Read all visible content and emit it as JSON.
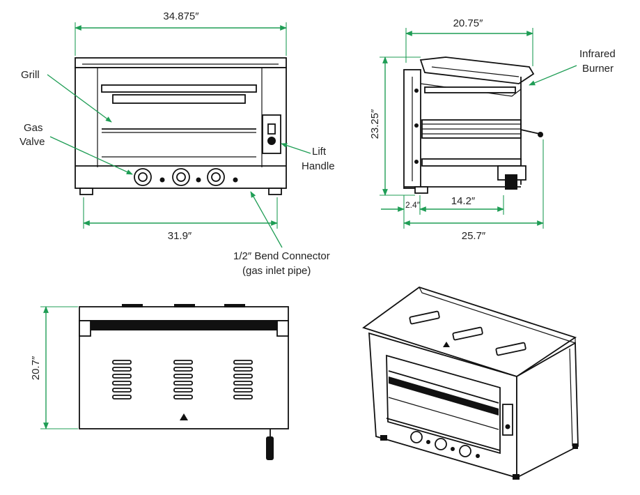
{
  "colors": {
    "dimension": "#1f9d55",
    "line": "#111111",
    "background": "#ffffff"
  },
  "front_view": {
    "width_top": "34.875″",
    "width_bottom": "31.9″",
    "callouts": {
      "grill": "Grill",
      "gas_valve_line1": "Gas",
      "gas_valve_line2": "Valve",
      "lift_handle_line1": "Lift",
      "lift_handle_line2": "Handle",
      "bend_connector_line1": "1/2″ Bend Connector",
      "bend_connector_line2": "(gas inlet pipe)"
    }
  },
  "side_view": {
    "width_top": "20.75″",
    "height": "23.25″",
    "offset": "2.4″",
    "depth_inner": "14.2″",
    "depth_total": "25.7″",
    "callouts": {
      "infrared_burner_line1": "Infrared",
      "infrared_burner_line2": "Burner"
    }
  },
  "top_view": {
    "depth": "20.7″"
  }
}
